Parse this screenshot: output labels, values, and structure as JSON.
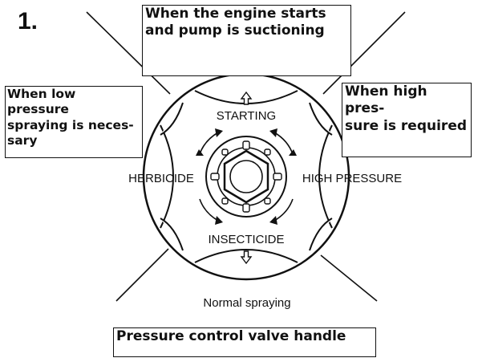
{
  "step_number": "1.",
  "callouts": {
    "top": "When the engine starts\nand pump is suctioning",
    "left": "When low pressure\nspraying is neces-\nsary",
    "right": "When high pres-\nsure is required",
    "bottom": "Pressure control valve handle"
  },
  "dial_labels": {
    "starting": "STARTING",
    "herbicide": "HERBICIDE",
    "high_pressure": "HIGH PRESSURE",
    "insecticide": "INSECTICIDE"
  },
  "caption": "Normal spraying"
}
